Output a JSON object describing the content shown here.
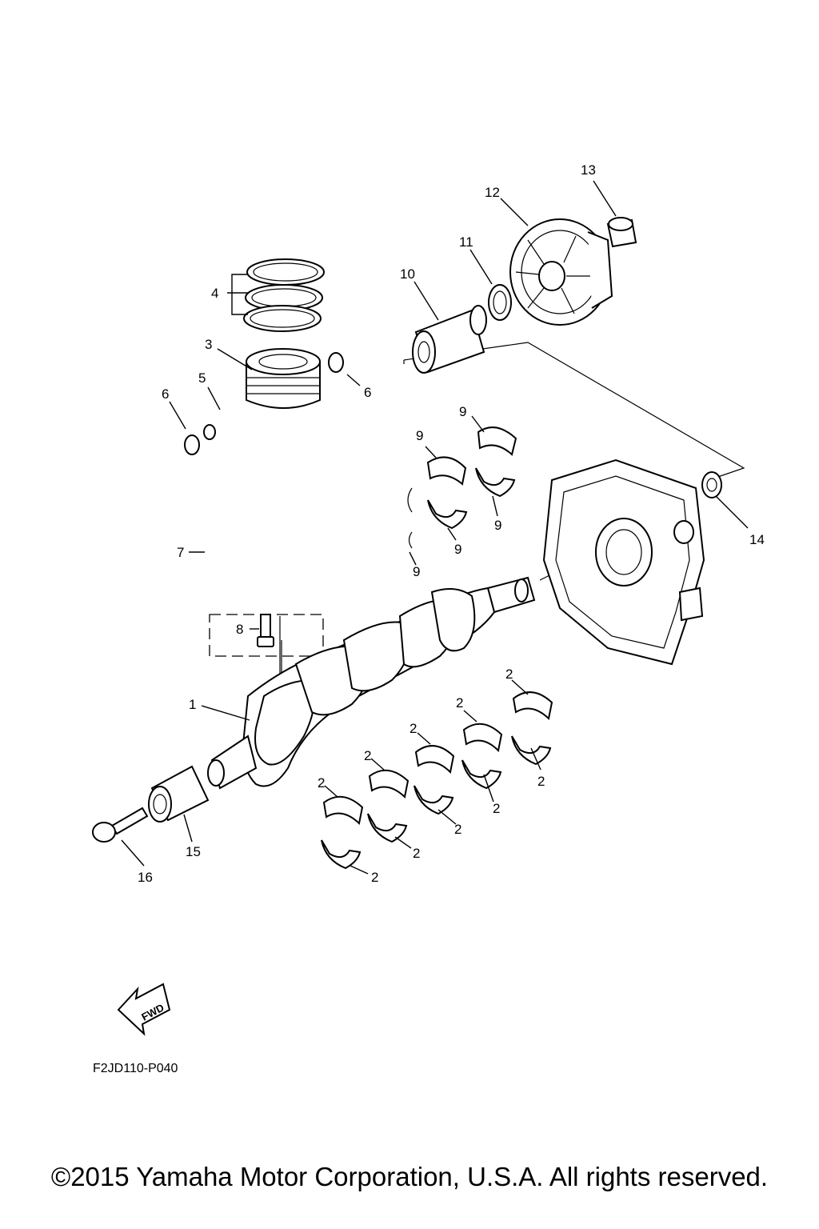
{
  "diagram": {
    "callouts": {
      "p1": "1",
      "p2": "2",
      "p3": "3",
      "p4": "4",
      "p5": "5",
      "p6": "6",
      "p7": "7",
      "p8": "8",
      "p9": "9",
      "p10": "10",
      "p11": "11",
      "p12": "12",
      "p13": "13",
      "p14": "14",
      "p15": "15",
      "p16": "16"
    },
    "fwd_label": "FWD",
    "drawing_code": "F2JD110-P040"
  },
  "footer": {
    "copyright": "©2015 Yamaha Motor Corporation, U.S.A. All rights reserved."
  }
}
